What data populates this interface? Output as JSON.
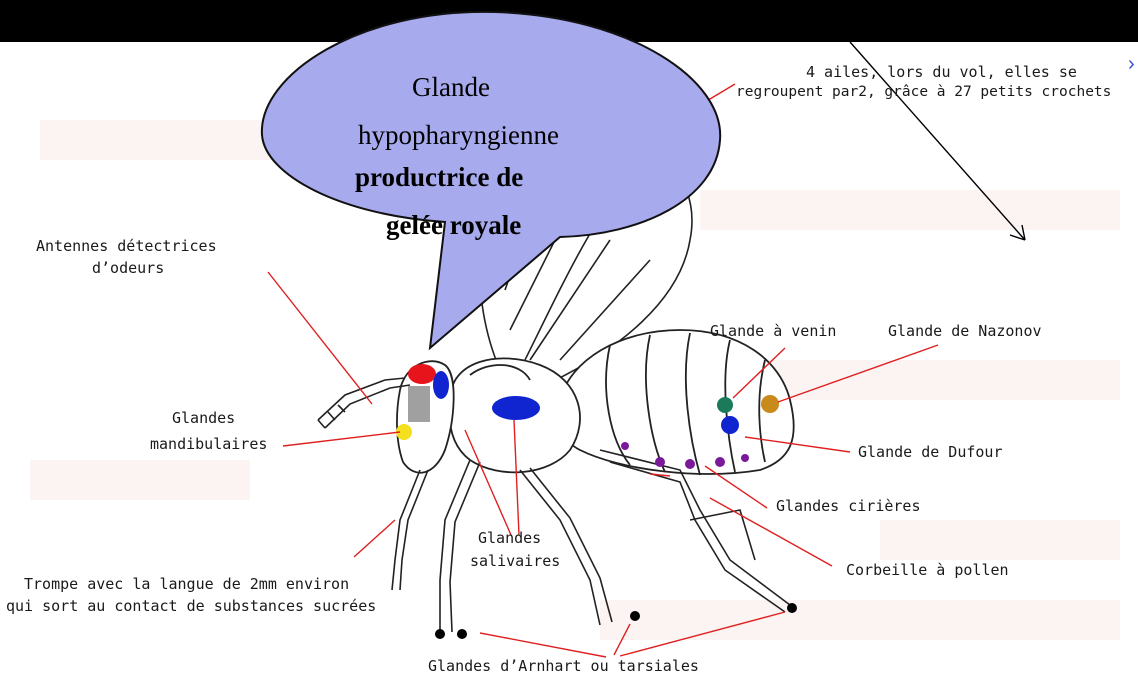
{
  "bubble": {
    "line1": "Glande",
    "line2": "hypopharyngienne",
    "line3": "productrice de",
    "line4": "gelée royale",
    "fill_color": "#a7aaed"
  },
  "labels": {
    "wings_line1": "4 ailes, lors du vol, elles se",
    "wings_line2": "regroupent par2, grâce à 27 petits crochets",
    "antennes_line1": "Antennes détectrices",
    "antennes_line2": "d’odeurs",
    "mandibulaires_line1": "Glandes",
    "mandibulaires_line2": "mandibulaires",
    "venin": "Glande à venin",
    "nazonov": "Glande de Nazonov",
    "dufour": "Glande de Dufour",
    "cirieres": "Glandes cirières",
    "corbeille": "Corbeille à pollen",
    "salivaires_line1": "Glandes",
    "salivaires_line2": "salivaires",
    "trompe_line1": "Trompe avec la langue de 2mm environ",
    "trompe_line2": "qui sort au contact de substances sucrées",
    "arnhart": "Glandes d’Arnhart ou tarsiales"
  },
  "colors": {
    "leader_line": "#e02020",
    "outline": "#222222",
    "gland_red": "#e8141c",
    "gland_blue": "#1024d0",
    "gland_yellow": "#f5e020",
    "gland_green": "#1a7a5a",
    "gland_orange": "#c88a1a",
    "gland_purple": "#7a1a9a"
  }
}
